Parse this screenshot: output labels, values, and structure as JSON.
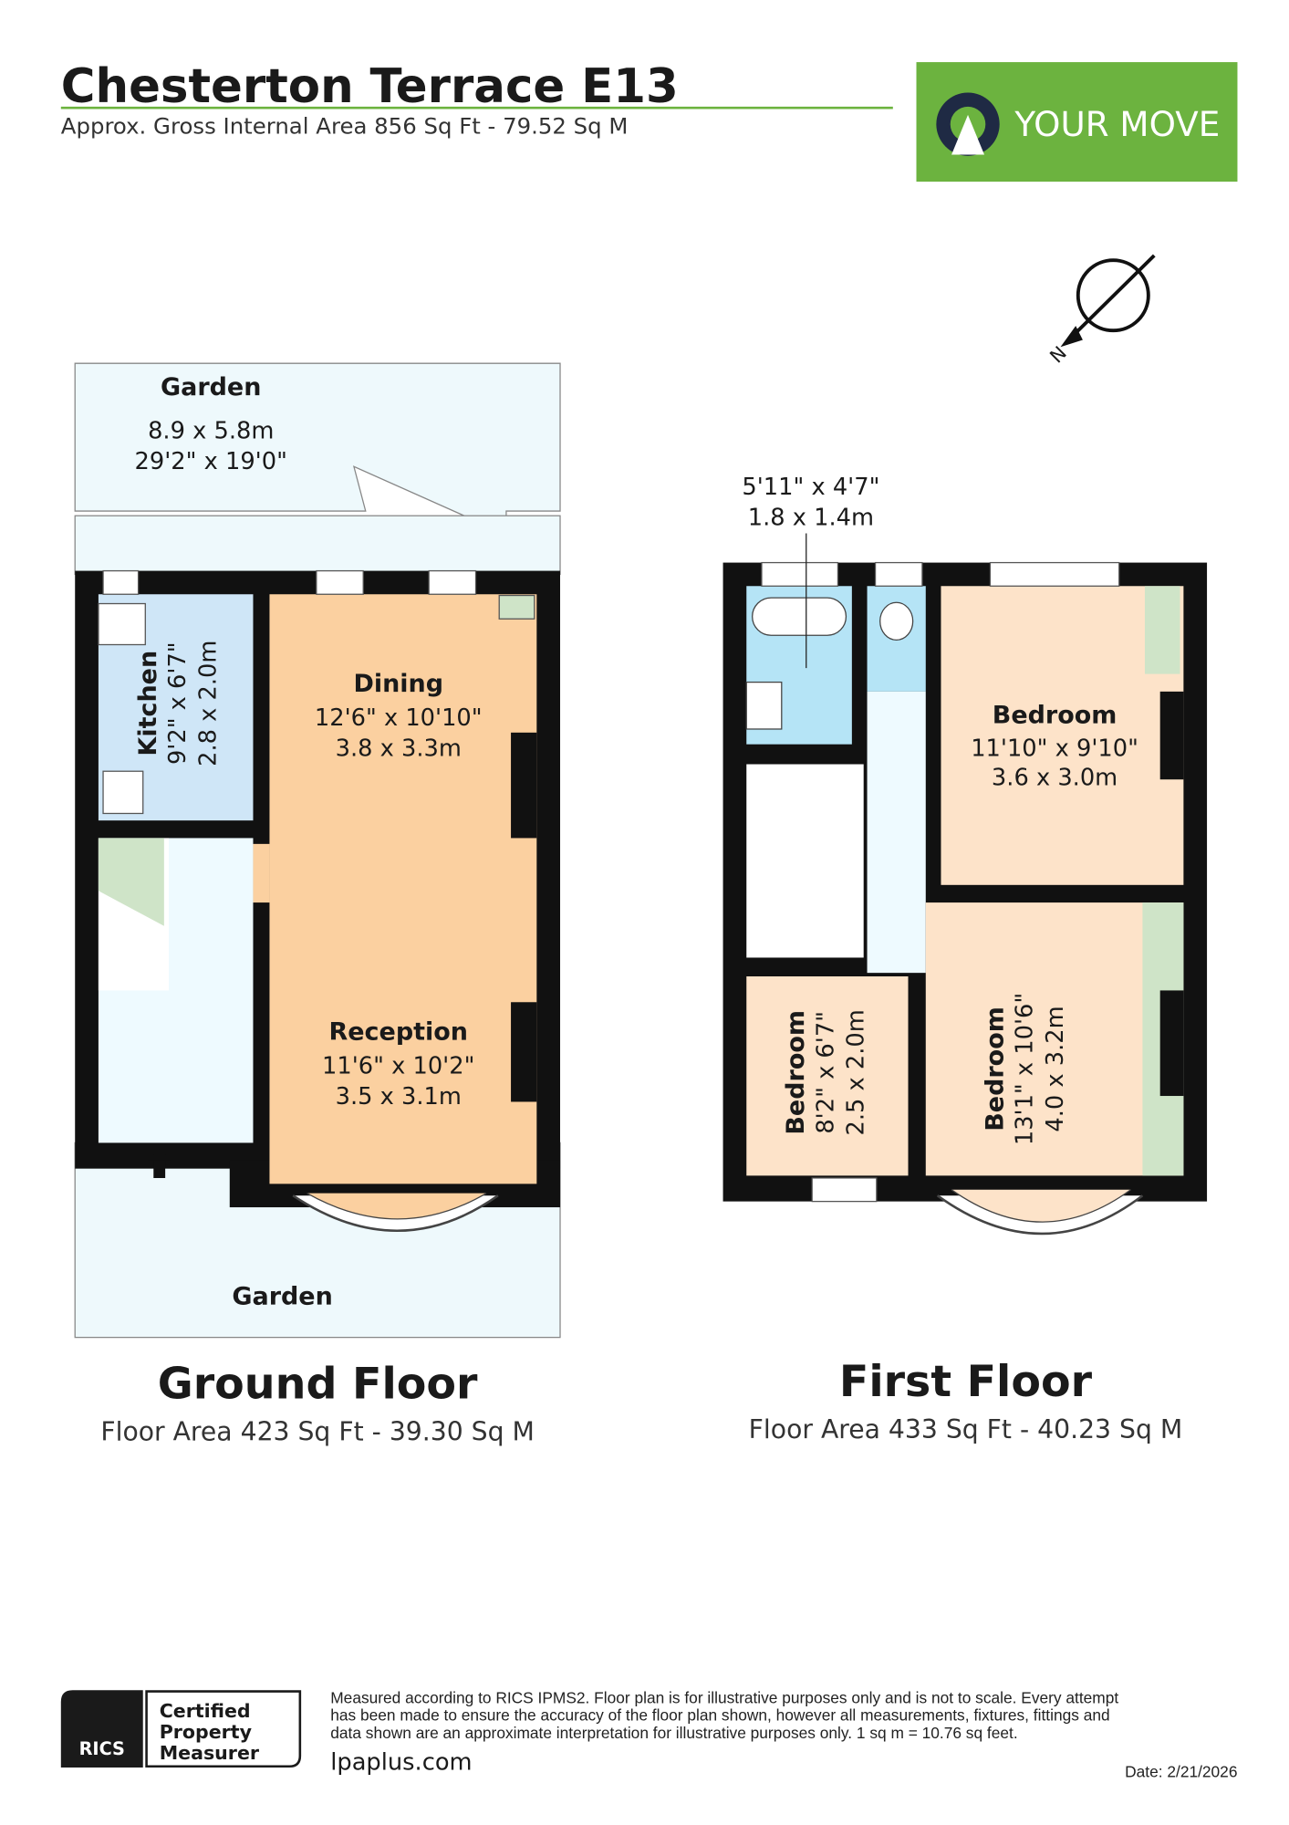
{
  "header": {
    "title": "Chesterton Terrace E13",
    "subtitle": "Approx. Gross Internal Area 856 Sq Ft - 79.52 Sq M"
  },
  "logo": {
    "text": "YOUR MOVE",
    "color": "#6cb33f"
  },
  "compass": {
    "icon": "north-compass-icon",
    "label": "N"
  },
  "ground_floor": {
    "title": "Ground Floor",
    "area": "Floor Area 423 Sq Ft - 39.30 Sq M",
    "rooms": [
      {
        "name": "Garden",
        "imperial": "29'2\" x 19'0\"",
        "metric": "8.9 x 5.8m"
      },
      {
        "name": "Kitchen",
        "imperial": "9'2\" x 6'7\"",
        "metric": "2.8 x 2.0m"
      },
      {
        "name": "Dining",
        "imperial": "12'6\" x 10'10\"",
        "metric": "3.8 x 3.3m"
      },
      {
        "name": "Reception",
        "imperial": "11'6\" x 10'2\"",
        "metric": "3.5 x 3.1m"
      },
      {
        "name": "Garden"
      }
    ]
  },
  "first_floor": {
    "title": "First Floor",
    "area": "Floor Area 433 Sq Ft - 40.23 Sq M",
    "rooms": [
      {
        "name": "",
        "imperial": "5'11\" x 4'7\"",
        "metric": "1.8 x 1.4m"
      },
      {
        "name": "Bedroom",
        "imperial": "11'10\" x 9'10\"",
        "metric": "3.6 x 3.0m"
      },
      {
        "name": "Bedroom",
        "imperial": "8'2\" x 6'7\"",
        "metric": "2.5 x 2.0m"
      },
      {
        "name": "Bedroom",
        "imperial": "13'1\" x 10'6\"",
        "metric": "4.0 x 3.2m"
      }
    ]
  },
  "colors": {
    "kitchen": "#cfe6f7",
    "reception": "#fbd0a0",
    "bedroom": "#fde3c9",
    "bathroom": "#b5e4f6",
    "outdoor": "#eef9fc",
    "storage": "#cfe4c8"
  },
  "footer": {
    "badge": {
      "brand": "RICS",
      "lines": [
        "Certified",
        "Property",
        "Measurer"
      ]
    },
    "disclaimer": [
      "Measured according to RICS IPMS2. Floor plan is for illustrative purposes only and is not to scale. Every attempt",
      "has been made to ensure the accuracy of the floor plan shown, however all measurements, fixtures, fittings and",
      "data shown are an approximate interpretation for illustrative purposes only. 1 sq m = 10.76 sq feet."
    ],
    "website": "lpaplus.com",
    "date": "Date: 2/21/2026"
  }
}
